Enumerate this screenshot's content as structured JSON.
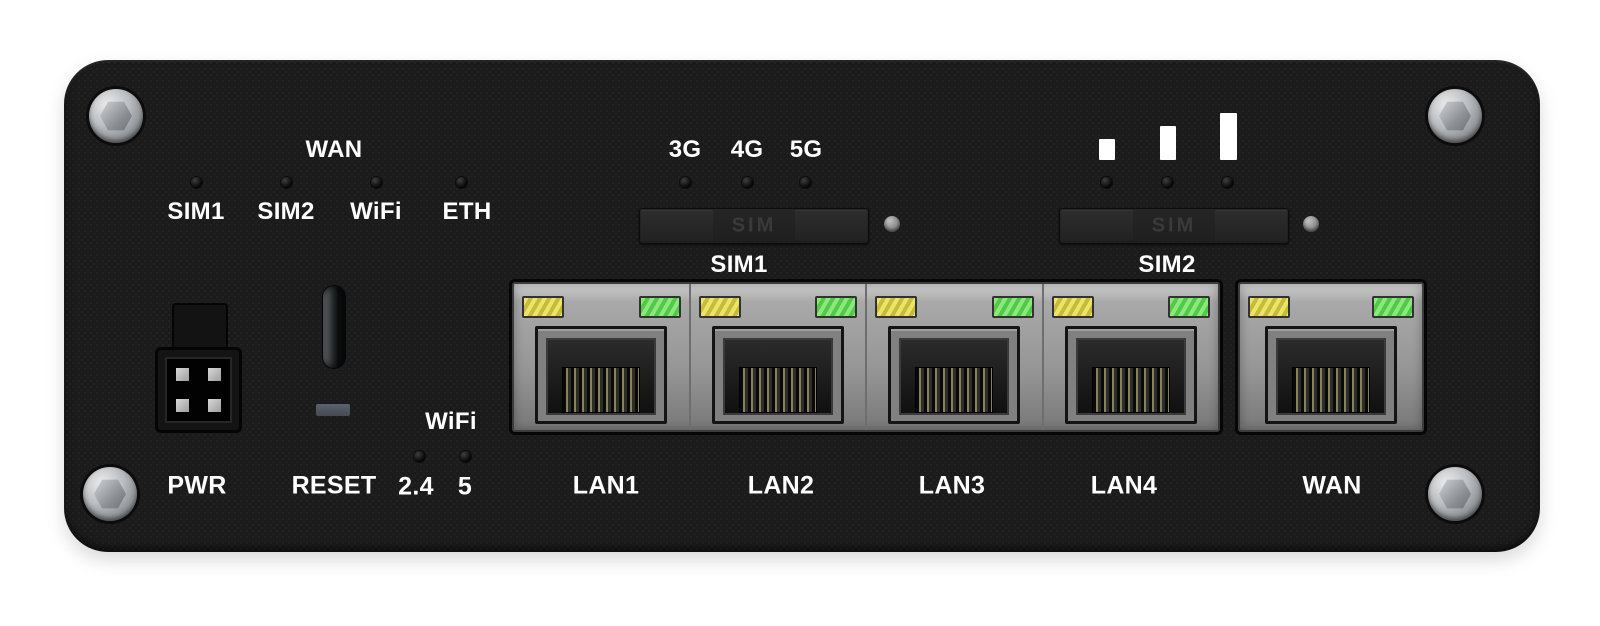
{
  "panel": {
    "top_leds": {
      "group_label": "WAN",
      "labels": [
        "SIM1",
        "SIM2",
        "WiFi",
        "ETH"
      ]
    },
    "mobile_leds": {
      "labels": [
        "3G",
        "4G",
        "5G"
      ]
    },
    "signal_indicator": {
      "bars": 3
    },
    "sim_slots": [
      {
        "label": "SIM1",
        "tray_text": "SIM"
      },
      {
        "label": "SIM2",
        "tray_text": "SIM"
      }
    ],
    "power": {
      "label": "PWR"
    },
    "reset": {
      "label": "RESET"
    },
    "wifi": {
      "label": "WiFi",
      "band_labels": [
        "2.4",
        "5"
      ]
    },
    "ports": [
      {
        "label": "LAN1"
      },
      {
        "label": "LAN2"
      },
      {
        "label": "LAN3"
      },
      {
        "label": "LAN4"
      },
      {
        "label": "WAN"
      }
    ],
    "colors": {
      "panel_body": "#1b1b1b",
      "label_text": "#ffffff",
      "port_led_yellow": "#d5cb45",
      "port_led_green": "#5ed453",
      "signal_bar": "#ffffff"
    }
  }
}
